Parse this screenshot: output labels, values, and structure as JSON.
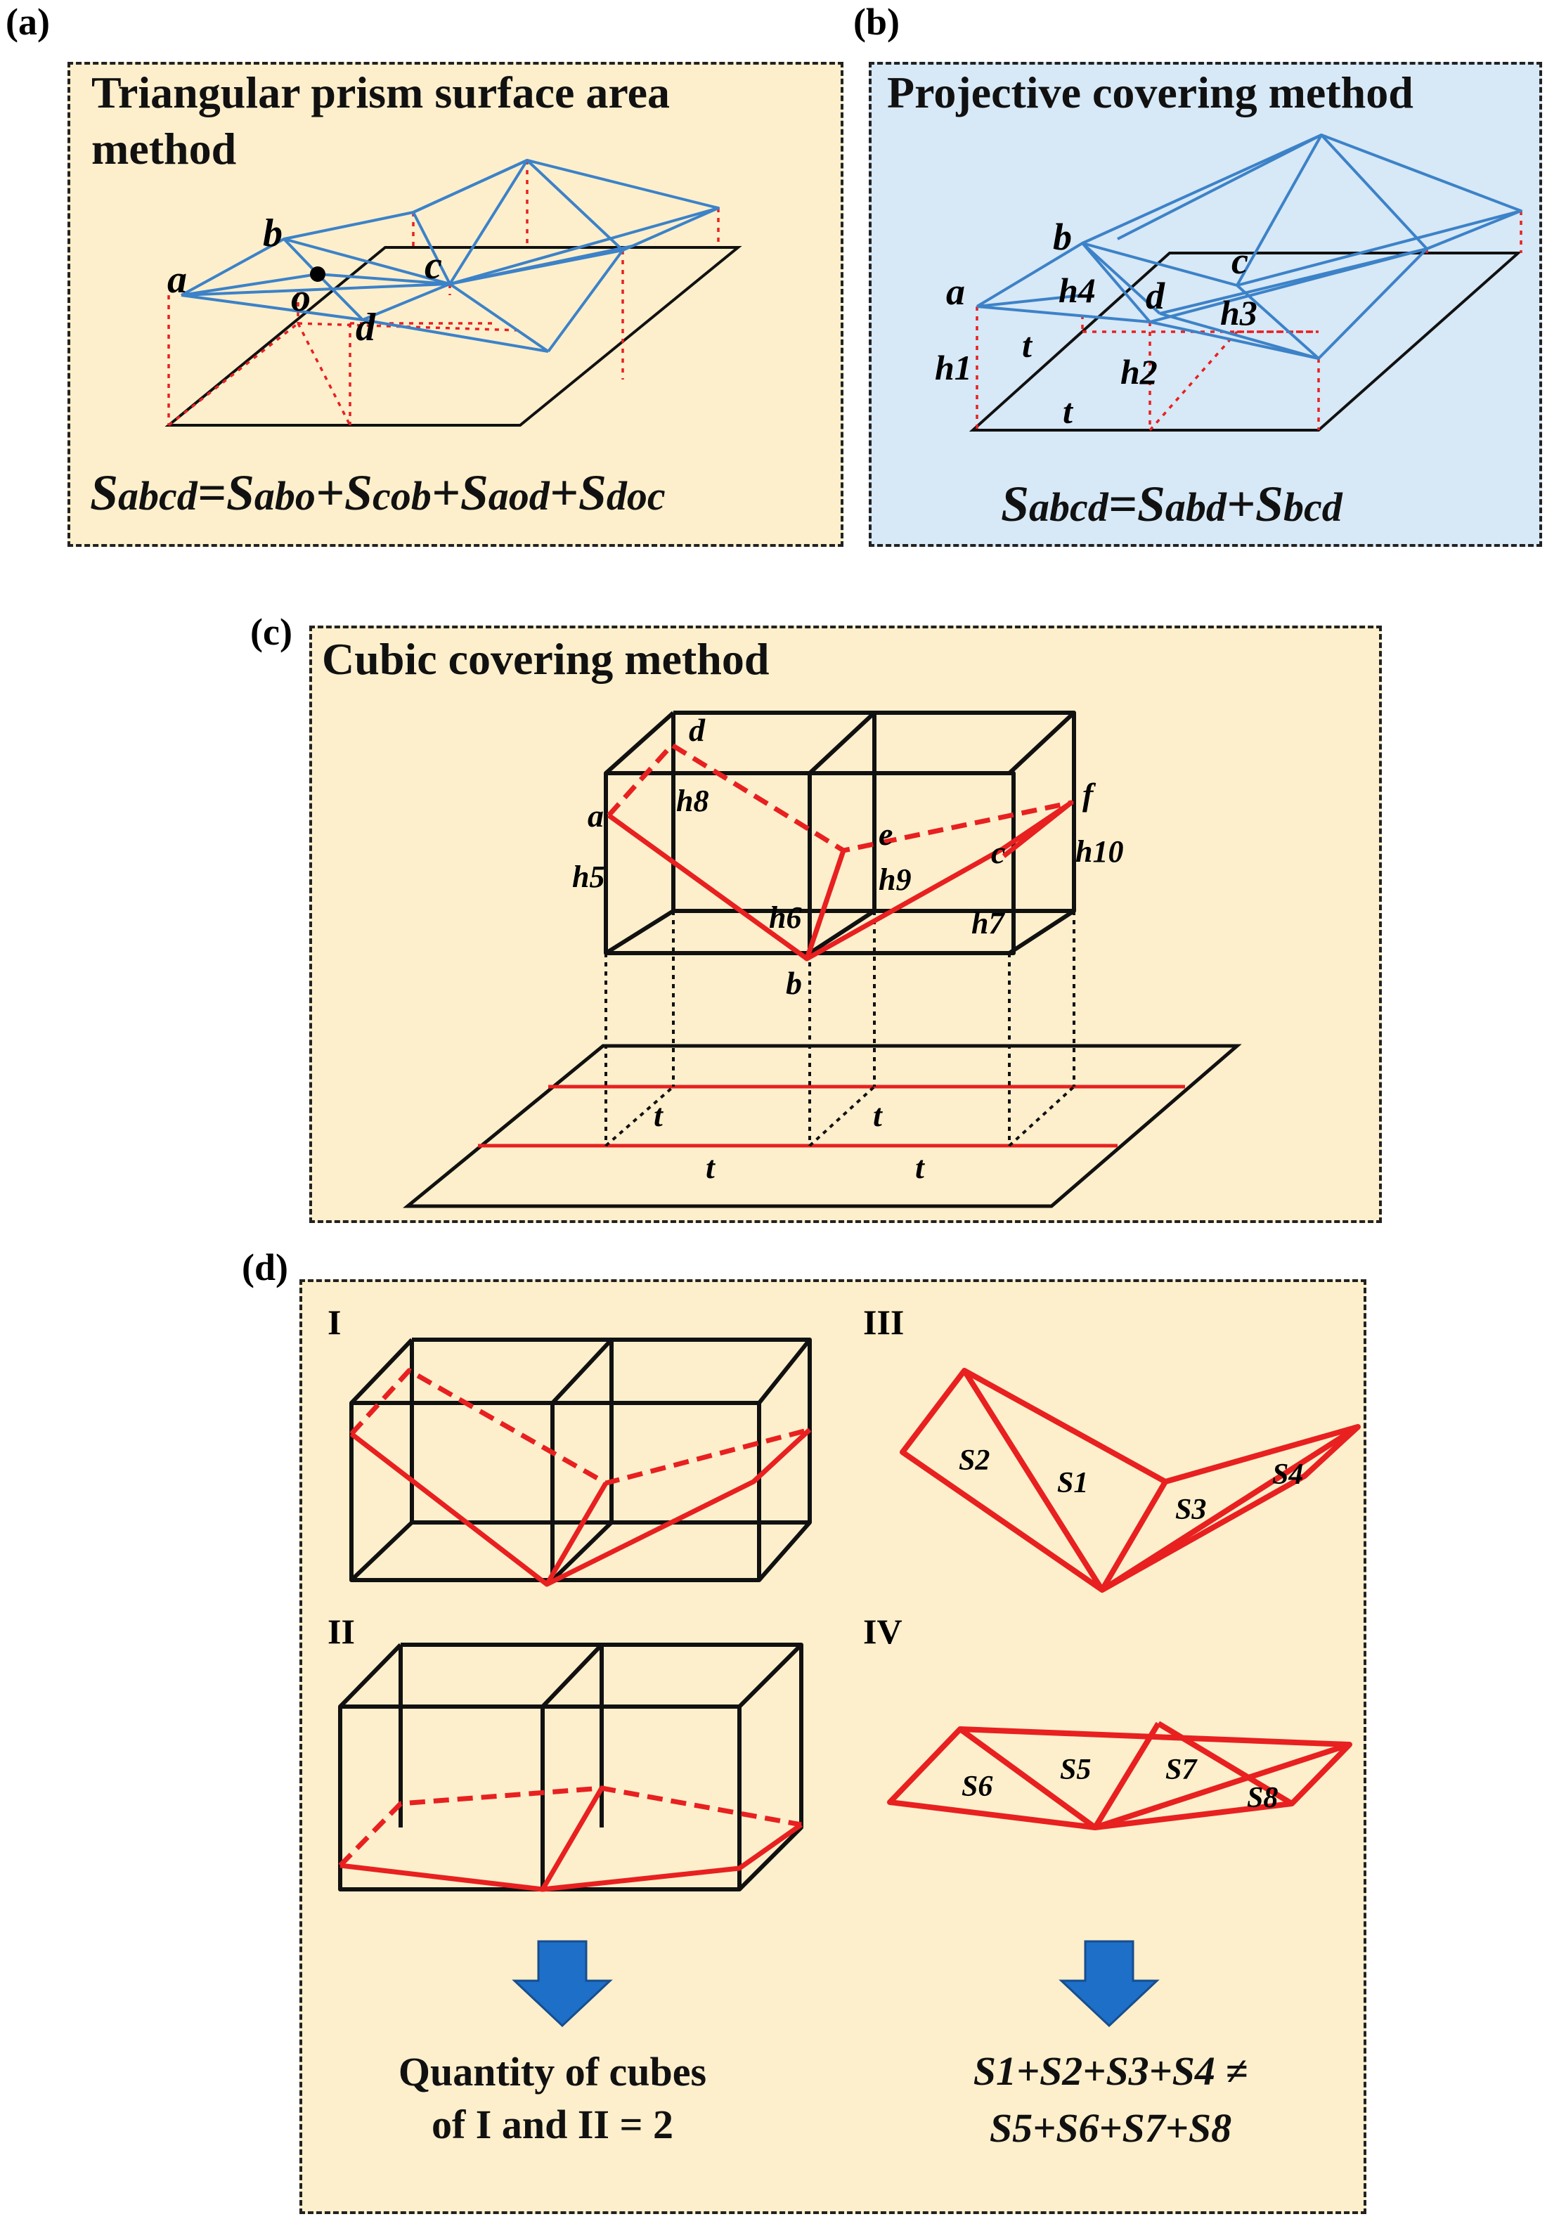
{
  "panels": {
    "a": {
      "tag": "(a)",
      "title_line1": "Triangular prism surface area",
      "title_line2": "method",
      "points": {
        "a": "a",
        "b": "b",
        "o": "o",
        "c": "c",
        "d": "d"
      },
      "formula": {
        "lhs": "S",
        "lhs_sub": "abcd",
        "eq": "=",
        "t1": "S",
        "t1_sub": "abo",
        "t2": "S",
        "t2_sub": "cob",
        "t3": "S",
        "t3_sub": "aod",
        "t4": "S",
        "t4_sub": "doc",
        "plus": "+"
      }
    },
    "b": {
      "tag": "(b)",
      "title": "Projective covering method",
      "points": {
        "a": "a",
        "b": "b",
        "c": "c",
        "d": "d"
      },
      "heights": {
        "h1": "h1",
        "h2": "h2",
        "h3": "h3",
        "h4": "h4"
      },
      "t": "t",
      "formula": {
        "lhs": "S",
        "lhs_sub": "abcd",
        "eq": "=",
        "t1": "S",
        "t1_sub": "abd",
        "plus": "+",
        "t2": "S",
        "t2_sub": "bcd"
      }
    },
    "c": {
      "tag": "(c)",
      "title": "Cubic covering method",
      "points": {
        "a": "a",
        "b": "b",
        "c": "c",
        "d": "d",
        "e": "e",
        "f": "f"
      },
      "heights": {
        "h5": "h5",
        "h6": "h6",
        "h7": "h7",
        "h8": "h8",
        "h9": "h9",
        "h10": "h10"
      },
      "t": "t"
    },
    "d": {
      "tag": "(d)",
      "sub_I": "I",
      "sub_II": "II",
      "sub_III": "III",
      "sub_IV": "IV",
      "areas": [
        "S1",
        "S2",
        "S3",
        "S4",
        "S5",
        "S6",
        "S7",
        "S8"
      ],
      "caption_line1": "Quantity of cubes",
      "caption_line2": "of I and II = 2",
      "ineq_line1": "S1+S2+S3+S4 ≠",
      "ineq_line2": "S5+S6+S7+S8"
    }
  },
  "colors": {
    "tan": "#fdefcc",
    "blue": "#d7e8f6",
    "mesh_blue": "#3c82c8",
    "red": "#e82020",
    "arrow_blue": "#1e6fc8"
  }
}
